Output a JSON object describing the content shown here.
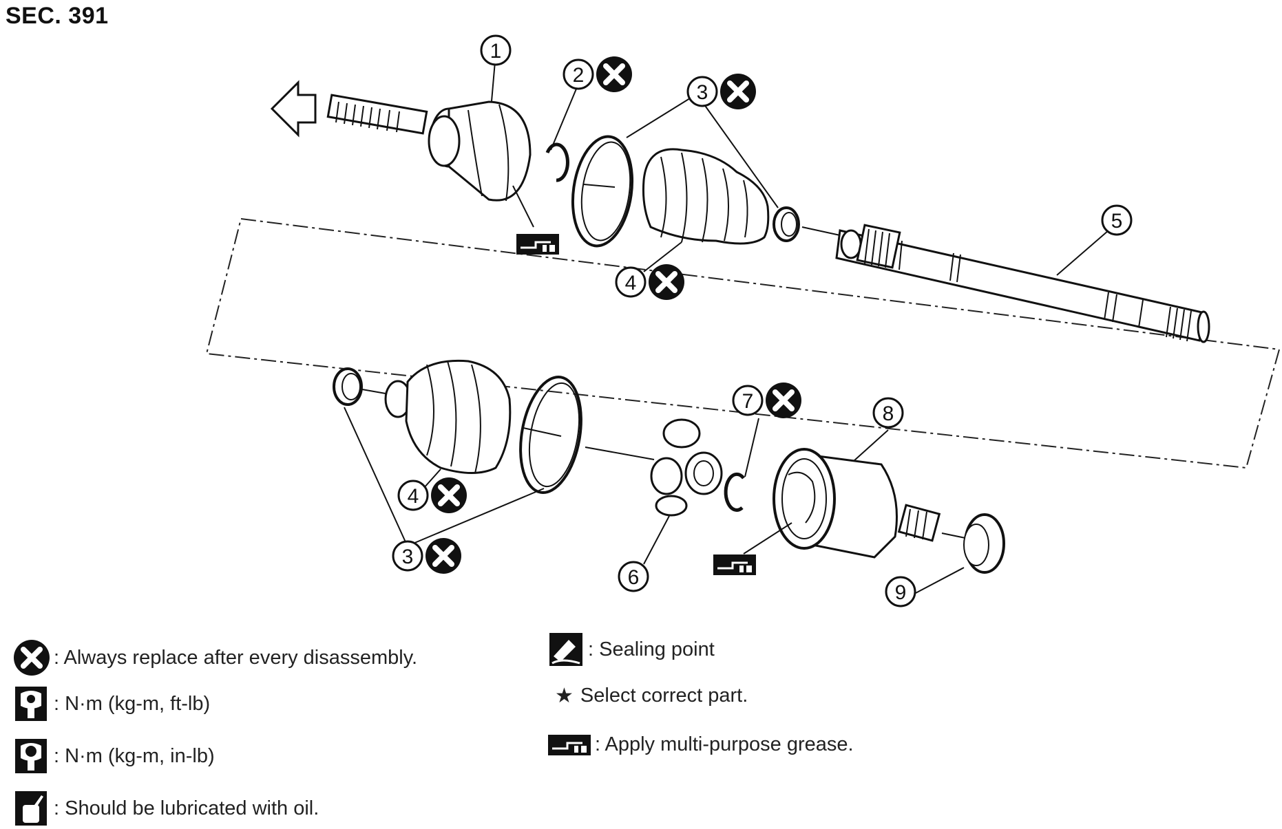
{
  "title": "SEC. 391",
  "callouts": [
    {
      "num": "1",
      "replace": false
    },
    {
      "num": "2",
      "replace": true
    },
    {
      "num": "3",
      "replace": true
    },
    {
      "num": "4",
      "replace": true
    },
    {
      "num": "5",
      "replace": false
    },
    {
      "num": "4",
      "replace": true
    },
    {
      "num": "3",
      "replace": true
    },
    {
      "num": "6",
      "replace": false
    },
    {
      "num": "7",
      "replace": true
    },
    {
      "num": "8",
      "replace": false
    },
    {
      "num": "9",
      "replace": false
    }
  ],
  "legend": {
    "replace": ": Always replace after every disassembly.",
    "torque_ft": ": N·m (kg-m, ft-lb)",
    "torque_in": ": N·m (kg-m, in-lb)",
    "oil": ": Should be lubricated with oil.",
    "sealing": ": Sealing point",
    "select_star": "★",
    "select": "Select correct part.",
    "grease": ": Apply multi-purpose grease."
  },
  "icons": {
    "replace": "circle-x-icon",
    "torque_ft": "wrench-torque-icon",
    "torque_in": "wrench-torque-filled-icon",
    "oil": "oil-can-icon",
    "sealing": "sealant-tube-icon",
    "grease": "grease-gun-icon"
  }
}
